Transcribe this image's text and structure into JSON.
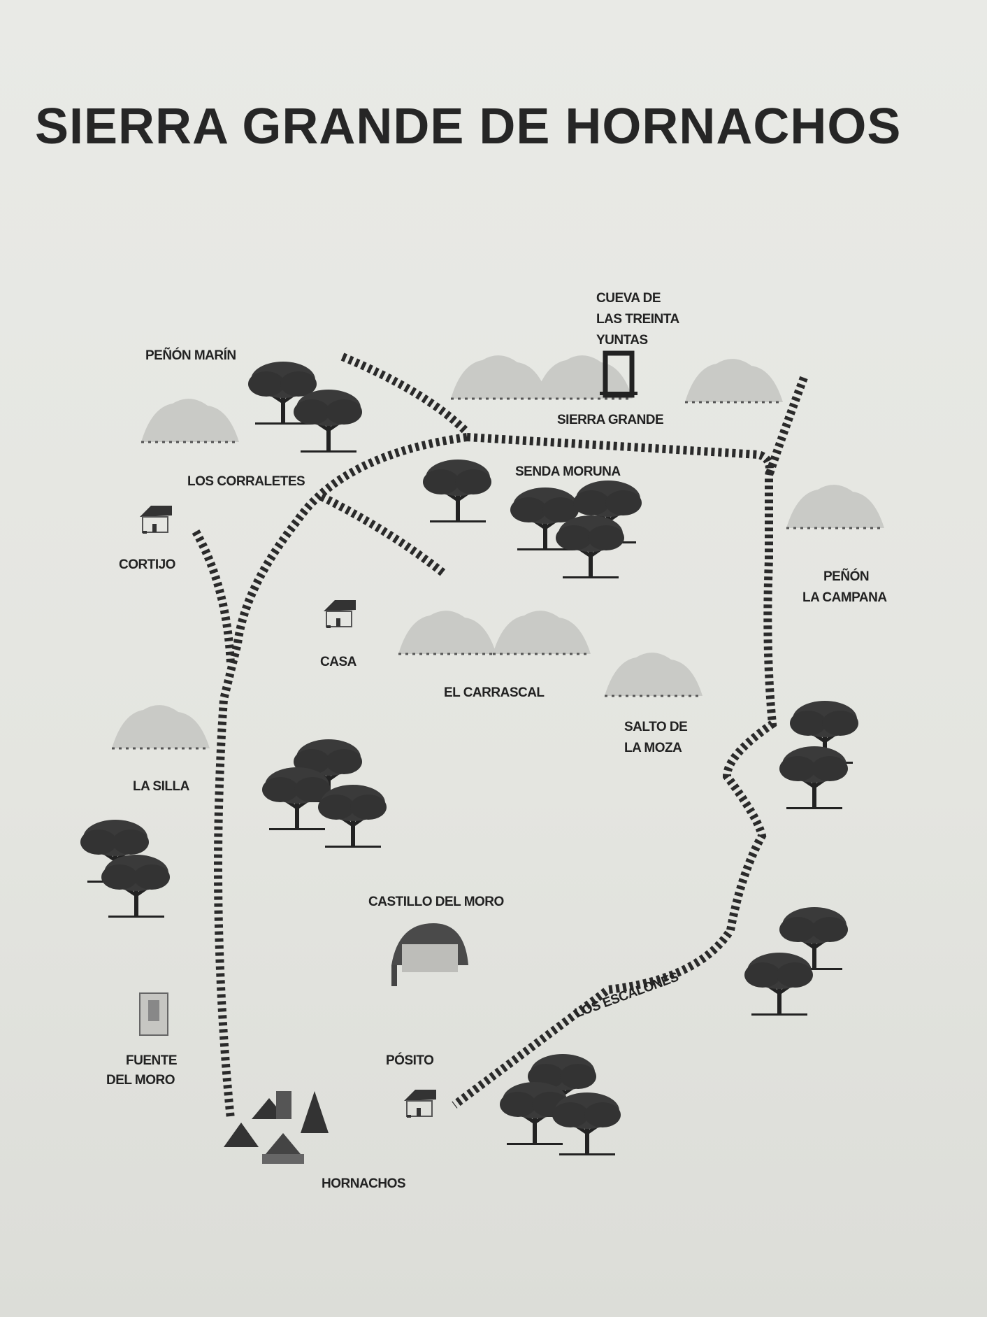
{
  "title": "SIERRA GRANDE DE HORNACHOS",
  "colors": {
    "ink": "#222222",
    "paper": "#e6e7e2",
    "hill": "#c9cac6"
  },
  "icons": [
    "tree-icon",
    "hill-icon",
    "house-icon",
    "cave-icon",
    "castle-icon",
    "fountain-icon",
    "village-icon",
    "dashed-trail"
  ],
  "places": {
    "cueva_1": "CUEVA DE",
    "cueva_2": "LAS TREINTA",
    "cueva_3": "YUNTAS",
    "penon_marin": "PEÑÓN MARÍN",
    "sierra_grande": "SIERRA GRANDE",
    "los_corraletes": "LOS CORRALETES",
    "senda_moruna": "SENDA MORUNA",
    "cortijo": "CORTIJO",
    "penon_campana_1": "PEÑÓN",
    "penon_campana_2": "LA CAMPANA",
    "casa": "CASA",
    "el_carrascal": "EL CARRASCAL",
    "salto_1": "SALTO DE",
    "salto_2": "LA MOZA",
    "la_silla": "LA SILLA",
    "castillo": "CASTILLO DEL MORO",
    "los_escalones": "LOS ESCALONES",
    "fuente_1": "FUENTE",
    "fuente_2": "DEL MORO",
    "posito": "PÓSITO",
    "hornachos": "HORNACHOS"
  }
}
